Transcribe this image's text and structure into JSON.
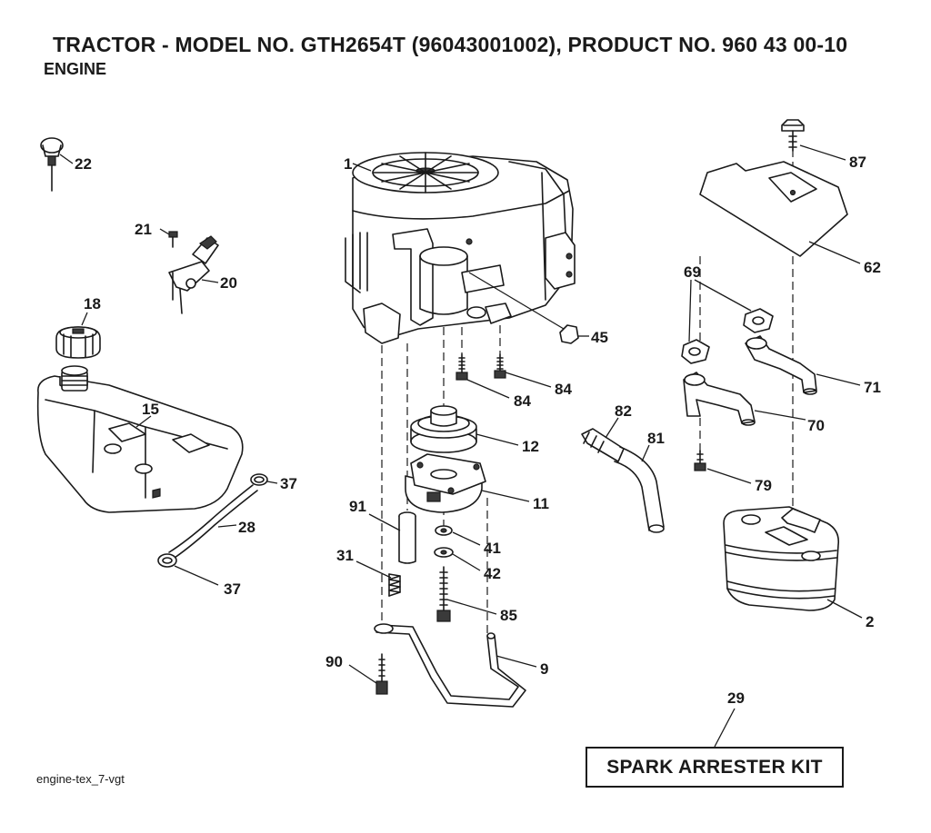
{
  "header": {
    "title": "TRACTOR - MODEL NO. GTH2654T (96043001002), PRODUCT NO. 960 43 00-10",
    "subtitle": "ENGINE"
  },
  "kit_box_label": "SPARK ARRESTER KIT",
  "footer_code": "engine-tex_7-vgt",
  "callouts": {
    "c1": "1",
    "c2": "2",
    "c9": "9",
    "c11": "11",
    "c12": "12",
    "c15": "15",
    "c18": "18",
    "c20": "20",
    "c21": "21",
    "c22": "22",
    "c28": "28",
    "c29": "29",
    "c31": "31",
    "c37a": "37",
    "c37b": "37",
    "c41": "41",
    "c42": "42",
    "c45": "45",
    "c62": "62",
    "c69": "69",
    "c70": "70",
    "c71": "71",
    "c79": "79",
    "c81": "81",
    "c82": "82",
    "c84a": "84",
    "c84b": "84",
    "c85": "85",
    "c87": "87",
    "c90": "90",
    "c91": "91"
  }
}
